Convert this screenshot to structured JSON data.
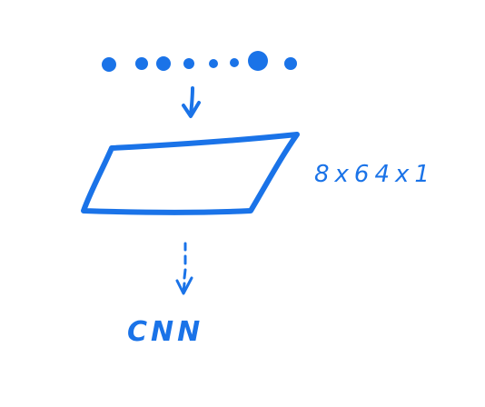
{
  "diagram": {
    "ink_color": "#1a73e8",
    "background_color": "#ffffff",
    "input_sequence": {
      "dot_count": 8,
      "emphasized_dot_index": 6
    },
    "tensor_label": "8x64x1",
    "output_label": "CNN"
  }
}
